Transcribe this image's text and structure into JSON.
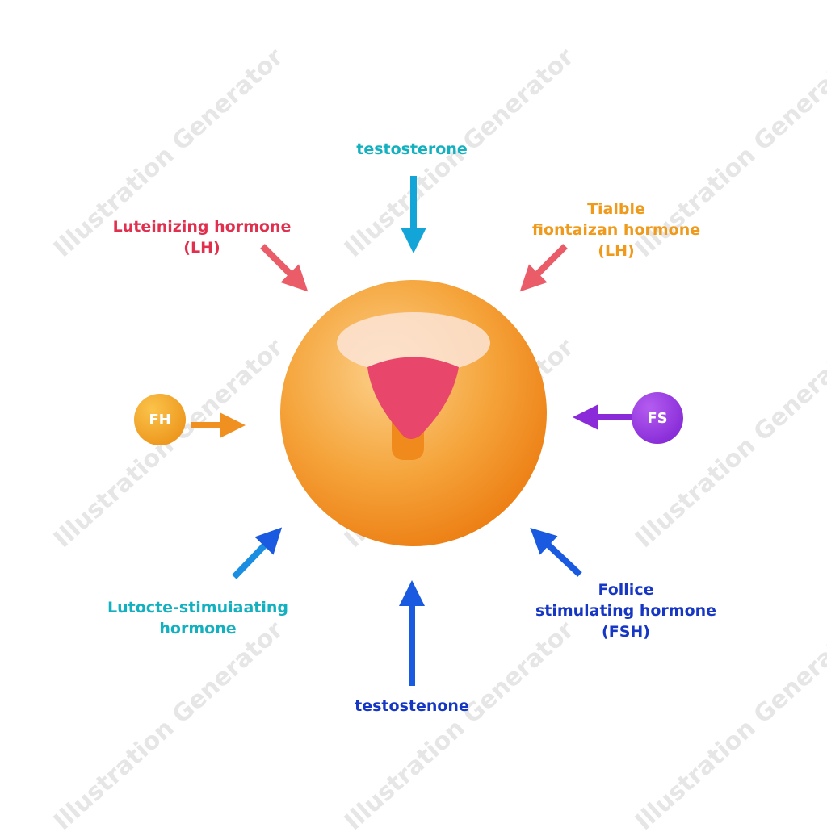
{
  "watermark": "Illustration Generator",
  "labels": {
    "top": "testosterone",
    "top_left": [
      "Luteinizing hormone",
      "(LH)"
    ],
    "top_right": [
      "Tialble",
      "fiontaizan hormone",
      "(LH)"
    ],
    "bottom_left": [
      "Lutocte-stimuiaating",
      "hormone"
    ],
    "bottom_right": [
      "Follice",
      "stimulating hormone",
      "(FSH)"
    ],
    "bottom": "testostenone"
  },
  "nodes": {
    "left": "FH",
    "right": "FS"
  },
  "colors": {
    "red": "#e0304e",
    "teal": "#13b0bf",
    "orange": "#f09a1c",
    "blue": "#1636c4",
    "purple": "#8a2ad8",
    "cell": "#f49a30"
  }
}
